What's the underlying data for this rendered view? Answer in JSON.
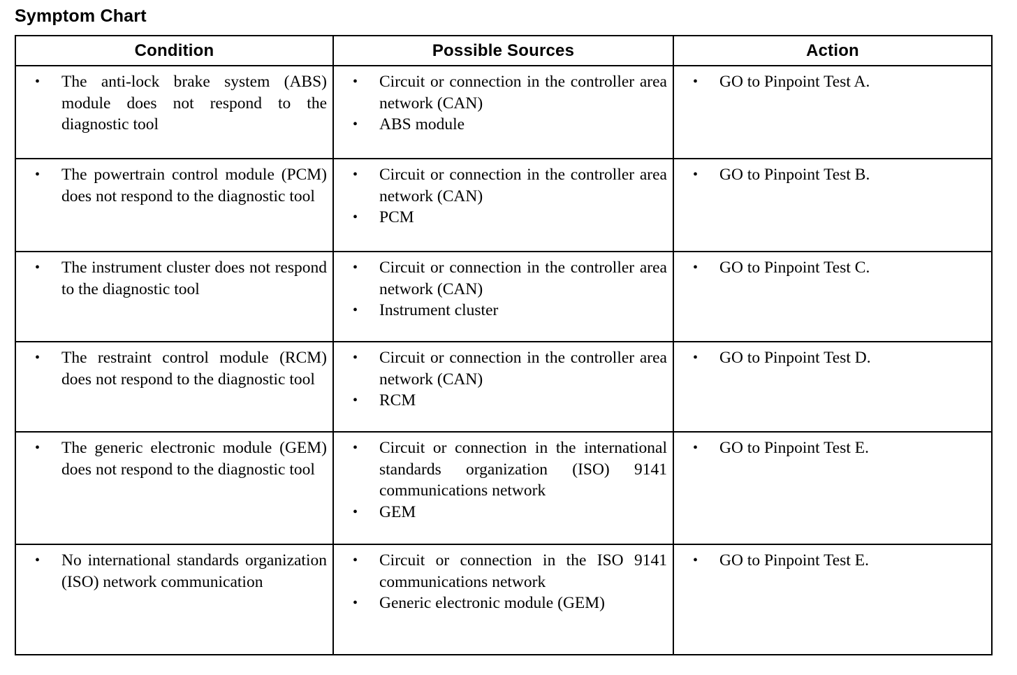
{
  "document": {
    "title": "Symptom Chart"
  },
  "table": {
    "headers": [
      "Condition",
      "Possible Sources",
      "Action"
    ],
    "rows": [
      {
        "condition": [
          "The anti-lock brake system (ABS) module does not respond to the diagnostic tool"
        ],
        "sources": [
          "Circuit or connection in the controller area network (CAN)",
          "ABS module"
        ],
        "action": [
          "GO to Pinpoint Test A."
        ]
      },
      {
        "condition": [
          "The powertrain control module (PCM) does not respond to the diagnostic tool"
        ],
        "sources": [
          "Circuit or connection in the controller area network (CAN)",
          "PCM"
        ],
        "action": [
          "GO to Pinpoint Test B."
        ]
      },
      {
        "condition": [
          "The instrument cluster does not respond to the diagnostic tool"
        ],
        "sources": [
          "Circuit or connection in the controller area network (CAN)",
          "Instrument cluster"
        ],
        "action": [
          "GO to Pinpoint Test C."
        ]
      },
      {
        "condition": [
          "The restraint control module (RCM) does not respond to the diagnostic tool"
        ],
        "sources": [
          "Circuit or connection in the controller area network (CAN)",
          "RCM"
        ],
        "action": [
          "GO to Pinpoint Test D."
        ]
      },
      {
        "condition": [
          "The generic electronic module (GEM) does not respond to the diagnostic tool"
        ],
        "sources": [
          "Circuit or connection in the international standards organization (ISO) 9141 communications network",
          "GEM"
        ],
        "action": [
          "GO to Pinpoint Test E."
        ]
      },
      {
        "condition": [
          "No international standards organization (ISO) network communication"
        ],
        "sources": [
          "Circuit or connection in the ISO 9141 communications network",
          "Generic electronic module (GEM)"
        ],
        "action": [
          "GO to Pinpoint Test E."
        ]
      }
    ]
  },
  "style": {
    "text_color": "#000000",
    "border_color": "#000000",
    "background_color": "#ffffff"
  }
}
